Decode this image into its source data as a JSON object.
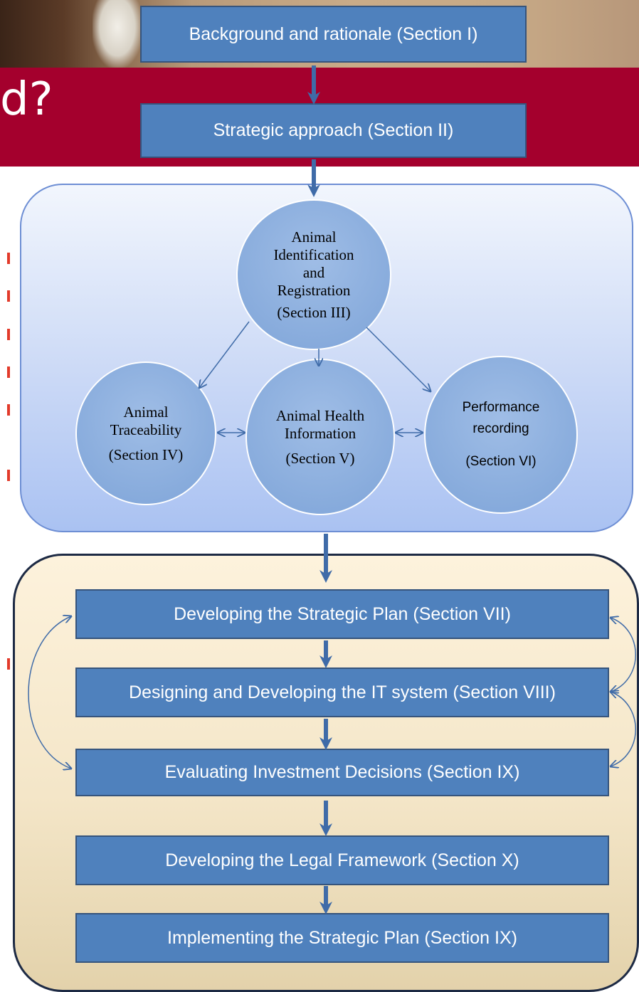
{
  "banner": {
    "partial_text": "d?"
  },
  "colors": {
    "box_fill": "#4f81bd",
    "banner": "#a4002d",
    "arrow": "#3f6ba8"
  },
  "top_boxes": {
    "background": "Background and rationale (Section I)",
    "strategic": "Strategic  approach  (Section II)"
  },
  "circles": {
    "identification": {
      "line1": "Animal",
      "line2": "Identification",
      "line3": "and",
      "line4": "Registration",
      "section": "(Section III)"
    },
    "traceability": {
      "line1": "Animal",
      "line2": "Traceability",
      "section": "(Section IV)"
    },
    "health": {
      "line1": "Animal Health",
      "line2": "Information",
      "section": "(Section V)"
    },
    "performance": {
      "line1": "Performance",
      "line2": "recording",
      "section": "(Section VI)"
    }
  },
  "steps": [
    {
      "label": "Developing the Strategic Plan  (Section VII)"
    },
    {
      "label": "Designing and Developing the IT system  (Section VIII)"
    },
    {
      "label": "Evaluating Investment  Decisions  (Section IX)"
    },
    {
      "label": "Developing the Legal Framework  (Section  X)"
    },
    {
      "label": "Implementing the Strategic Plan  (Section IX)"
    }
  ]
}
